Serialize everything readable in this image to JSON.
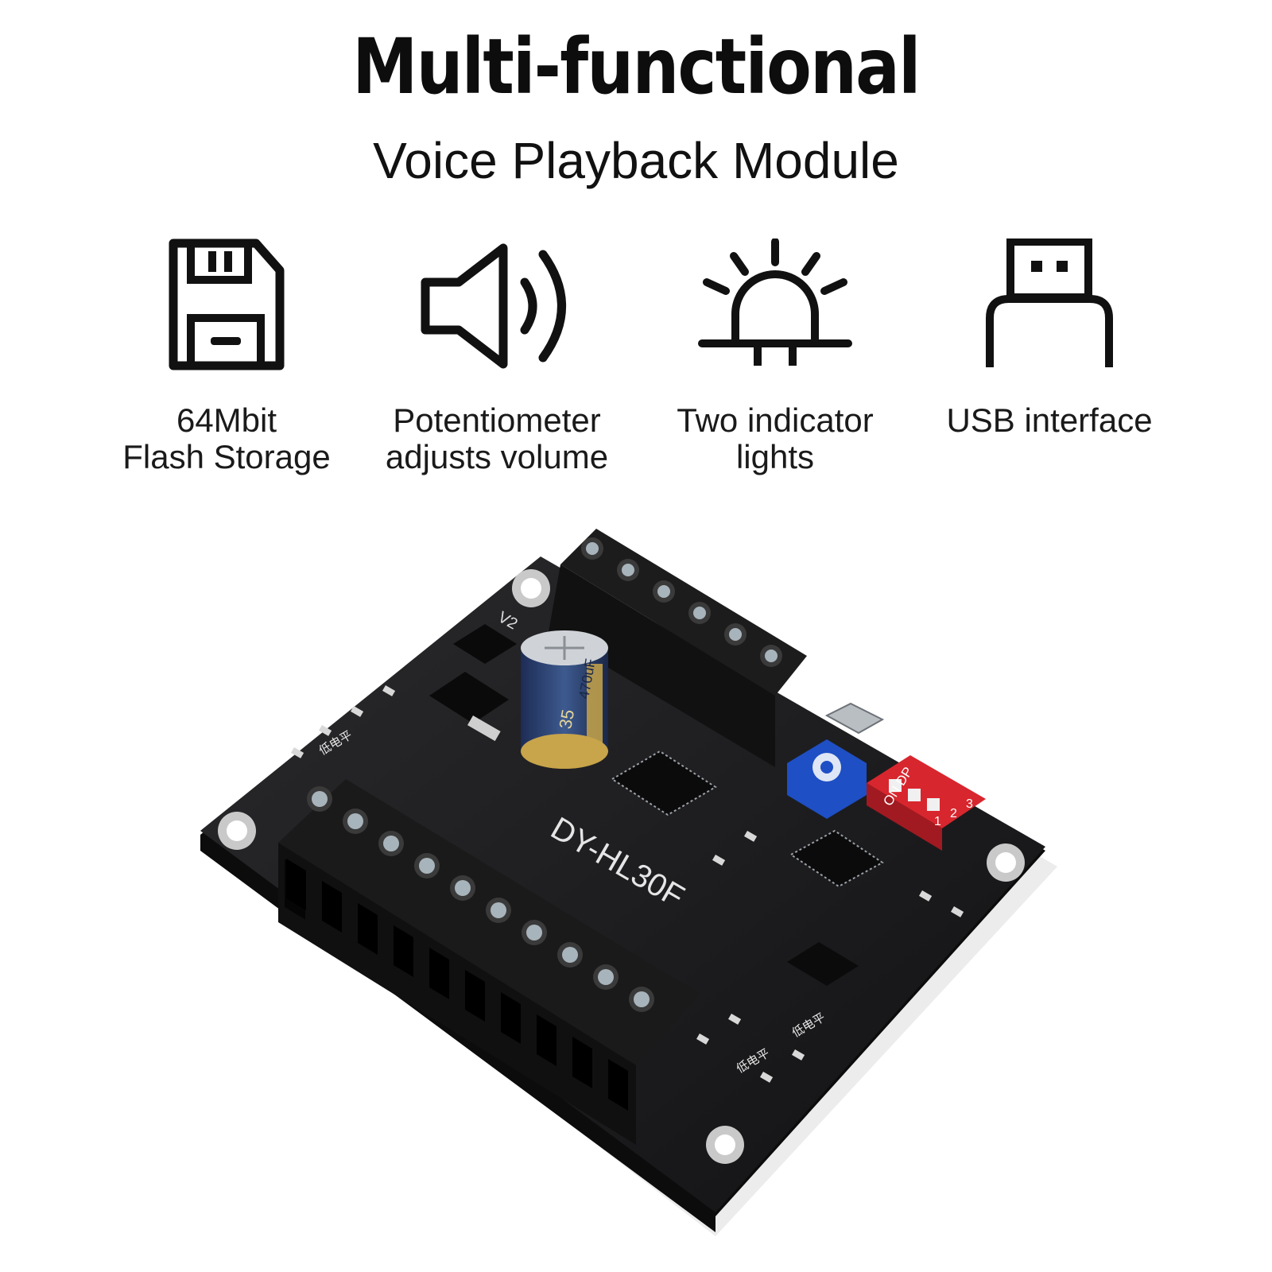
{
  "header": {
    "title": "Multi-functional",
    "subtitle": "Voice Playback Module"
  },
  "features": [
    {
      "icon": "floppy-disk-icon",
      "line1": "64Mbit",
      "line2": "Flash Storage"
    },
    {
      "icon": "speaker-icon",
      "line1": "Potentiometer",
      "line2": "adjusts volume"
    },
    {
      "icon": "led-light-icon",
      "line1": "Two indicator",
      "line2": "lights"
    },
    {
      "icon": "usb-plug-icon",
      "line1": "USB interface",
      "line2": ""
    }
  ],
  "board": {
    "model": "DY-HL30F",
    "version": "V2",
    "capacitor_value": "470uF",
    "capacitor_voltage": "35",
    "dip_label": "ON DP",
    "dip_numbers": [
      "1",
      "2",
      "3"
    ],
    "low_level_label": "低电平"
  },
  "colors": {
    "pcb": "#1c1c1e",
    "terminal": "#161616",
    "potentiometer": "#1e4fc4",
    "dip_switch": "#d8262e",
    "capacitor": "#2a3f6e"
  }
}
